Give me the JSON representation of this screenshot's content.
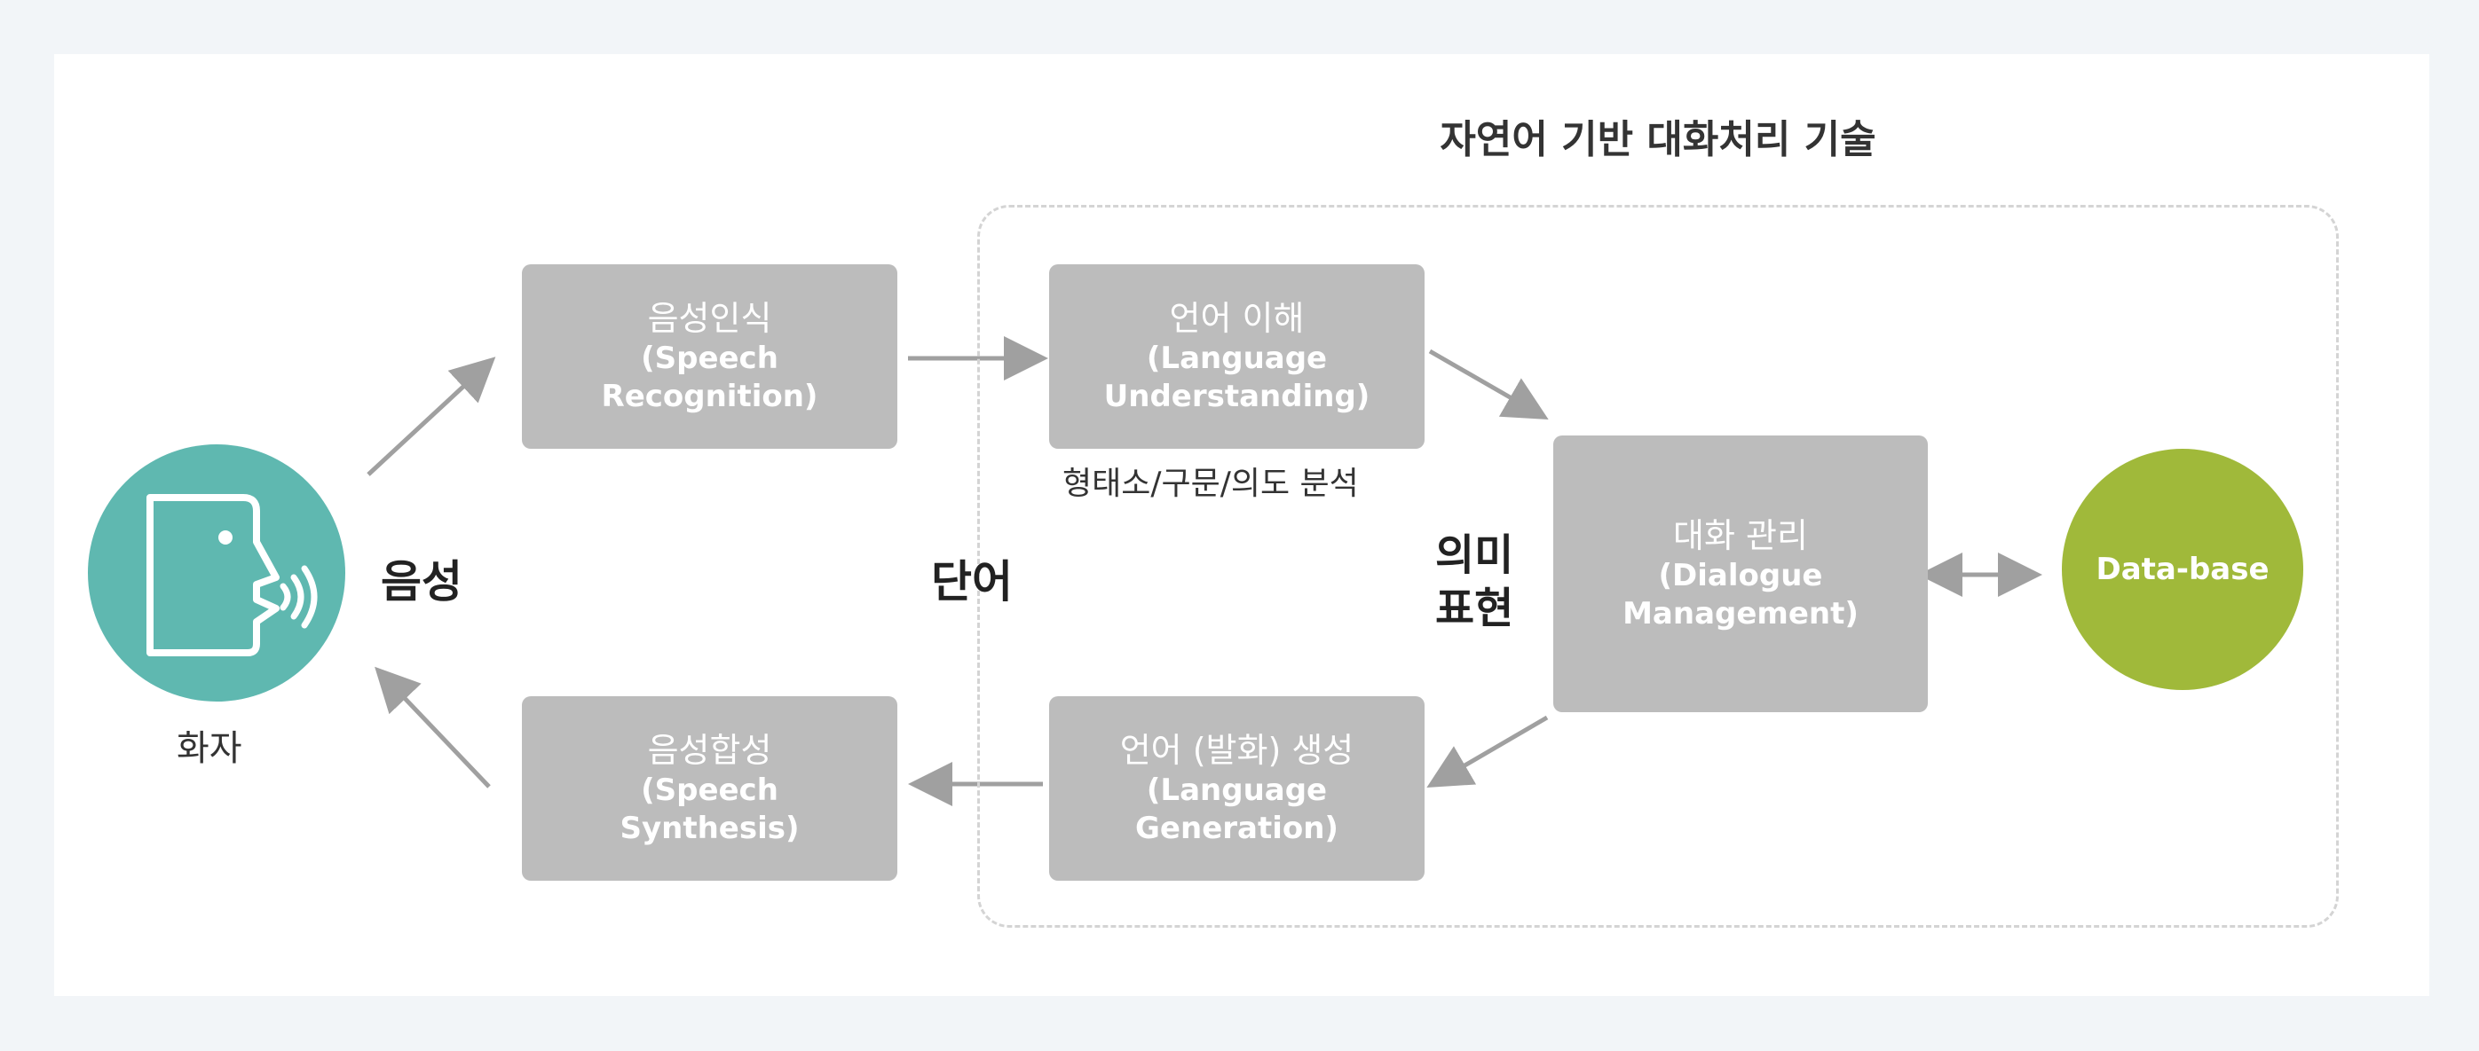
{
  "diagram": {
    "region_title": "자연어 기반 대화처리 기술",
    "speaker_label": "화자",
    "boxes": {
      "speech_recognition": {
        "ko": "음성인식",
        "en1": "(Speech",
        "en2": "Recognition)"
      },
      "language_understanding": {
        "ko": "언어 이해",
        "en1": "(Language",
        "en2": "Understanding)"
      },
      "dialogue_management": {
        "ko": "대화 관리",
        "en1": "(Dialogue",
        "en2": "Management)"
      },
      "language_generation": {
        "ko": "언어 (발화) 생성",
        "en1": "(Language",
        "en2": "Generation)"
      },
      "speech_synthesis": {
        "ko": "음성합성",
        "en1": "(Speech",
        "en2": "Synthesis)"
      }
    },
    "database_label": "Data-base",
    "edge_labels": {
      "voice": "음성",
      "word": "단어",
      "meaning_line1": "의미",
      "meaning_line2": "표현",
      "analysis": "형태소/구문/의도 분석"
    },
    "colors": {
      "box": "#bcbcbc",
      "speaker": "#5fb8b0",
      "database": "#a0b93a",
      "arrow": "#a0a0a0"
    },
    "icons": [
      "speaking-head-icon"
    ]
  }
}
